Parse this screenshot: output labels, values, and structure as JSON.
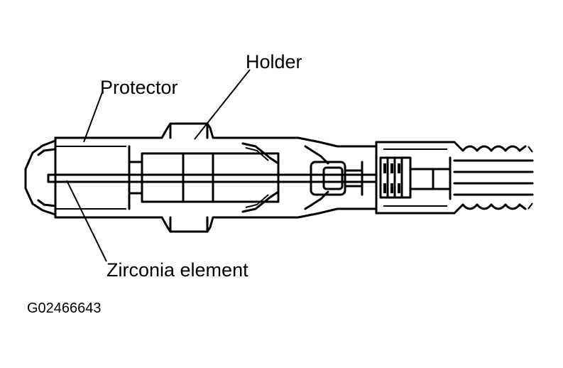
{
  "diagram": {
    "labels": {
      "holder": "Holder",
      "protector": "Protector",
      "zirconia_element": "Zirconia element"
    },
    "figure_id": "G02466643"
  },
  "colors": {
    "line": "#000000",
    "background": "#ffffff"
  }
}
